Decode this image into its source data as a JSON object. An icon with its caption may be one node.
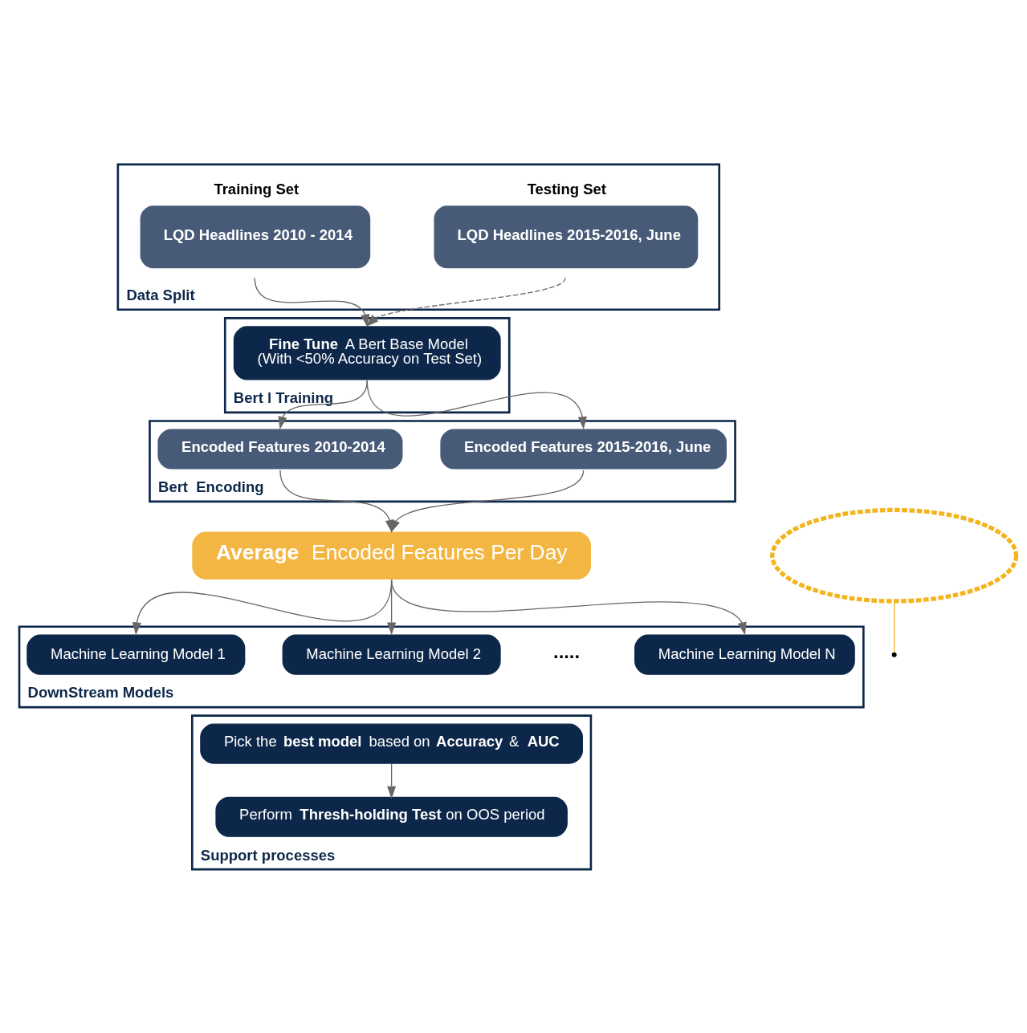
{
  "diagram": {
    "nodes": [
      {
        "text": [
          "Data Split"
        ]
      },
      {
        "text": [
          "Training Set",
          "LQD Headlines 2010 - 2014"
        ],
        "in": 0
      },
      {
        "text": [
          "Testing Set",
          "LQD Headlines 2015-2016, June"
        ],
        "in": 0
      },
      {
        "text": [
          "Bert l Training"
        ]
      },
      {
        "text": [
          "**Fine Tune** A Bert Base Model",
          "(With <50% Accuracy on Test Set)"
        ],
        "in": 3
      },
      {
        "text": [
          "Bert  Encoding"
        ]
      },
      {
        "text": [
          "Encoded Features 2010-2014"
        ],
        "in": 5
      },
      {
        "text": [
          "Encoded Features 2015-2016, June"
        ],
        "in": 5
      },
      {
        "text": [
          "**Average** Encoded Features Per Day"
        ]
      },
      {
        "text": [],
        "shape": "ellipse"
      },
      {
        "text": [
          "DownStream Models"
        ]
      },
      {
        "text": [
          "Machine Learning Model 1"
        ],
        "in": 10
      },
      {
        "text": [
          "Machine Learning Model 2"
        ],
        "in": 10
      },
      {
        "text": [
          "Machine Learning Model N"
        ],
        "in": 10
      },
      {
        "text": [
          "Support processes"
        ]
      },
      {
        "text": [
          "Pick the **best model** based on **Accuracy** & **AUC**"
        ],
        "in": 14
      },
      {
        "text": [
          "Perform **Thresh-holding Test** on OOS period"
        ],
        "in": 14
      }
    ],
    "edges": [
      {
        "from": 1,
        "to": 4,
        "arrow": "to"
      },
      {
        "from": 2,
        "to": 4,
        "arrow": "to",
        "style": "dashed"
      },
      {
        "from": 4,
        "to": 6,
        "arrow": "to"
      },
      {
        "from": 4,
        "to": 7,
        "arrow": "to"
      },
      {
        "from": 6,
        "to": 8,
        "arrow": "to"
      },
      {
        "from": 7,
        "to": 8,
        "arrow": "to"
      },
      {
        "from": 8,
        "to": 11,
        "arrow": "to"
      },
      {
        "from": 8,
        "to": 12,
        "arrow": "to"
      },
      {
        "from": 8,
        "to": 13,
        "arrow": "to"
      },
      {
        "from": 9,
        "to": null,
        "arrow": "none",
        "color": "#f5b31c"
      },
      {
        "from": 15,
        "to": 16,
        "arrow": "to"
      }
    ],
    "labels": [
      "....."
    ]
  }
}
